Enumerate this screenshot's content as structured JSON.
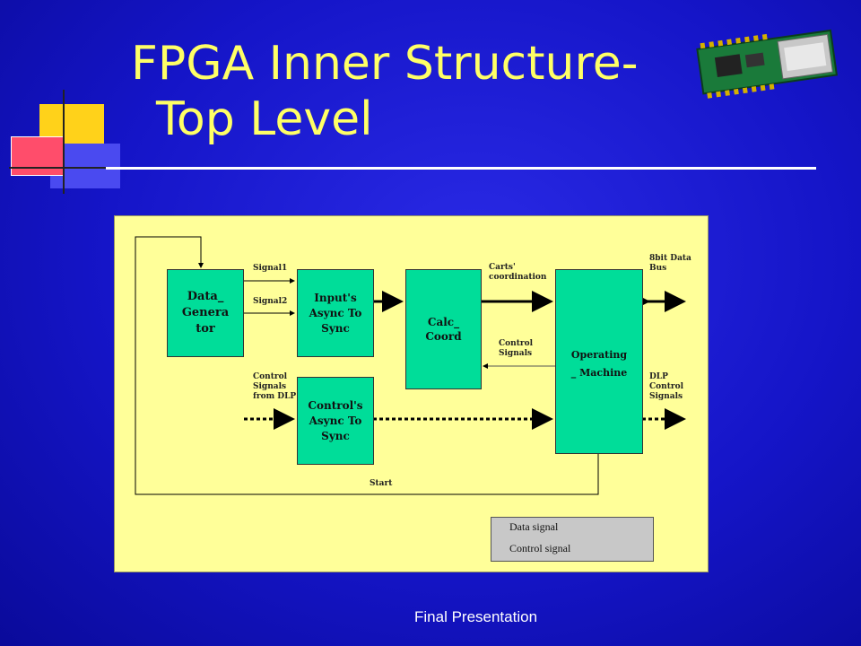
{
  "slide": {
    "title_line1": "FPGA Inner Structure-",
    "title_line2": "Top Level",
    "footer": "Final Presentation"
  },
  "diagram": {
    "blocks": {
      "data_generator": "Data_ Genera tor",
      "inputs_sync": "Input's Async To Sync",
      "calc_coord": "Calc_ Coord",
      "operating_machine": "Operating _ Machine",
      "controls_sync": "Control's Async To Sync"
    },
    "labels": {
      "signal1": "Signal1",
      "signal2": "Signal2",
      "carts_coordination": "Carts' coordination",
      "control_signals": "Control Signals",
      "data_bus": "8bit Data Bus",
      "control_from_dlp": "Control Signals from DLP",
      "dlp_control": "DLP Control Signals",
      "start": "Start"
    },
    "legend": {
      "data_signal": "Data signal",
      "control_signal": "Control signal"
    }
  },
  "colors": {
    "background": "#1515c8",
    "title": "#ffff66",
    "panel": "#ffff99",
    "block": "#00dd99"
  }
}
